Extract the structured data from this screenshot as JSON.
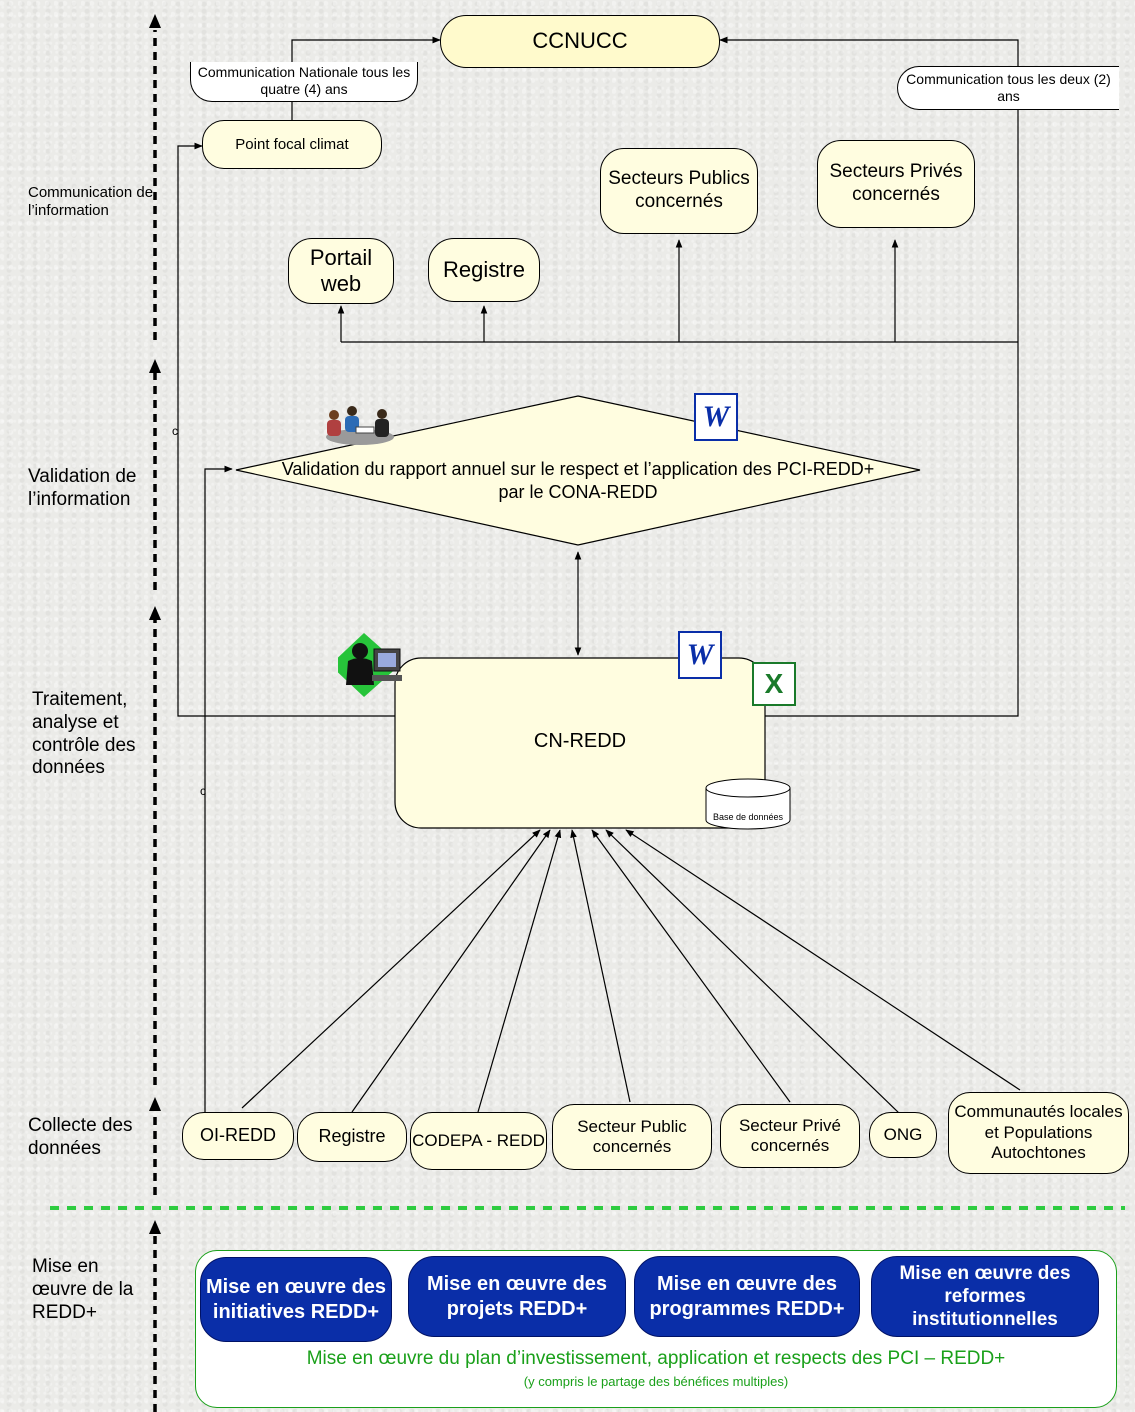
{
  "nodes": {
    "ccnucc": "CCNUCC",
    "point_focal": "Point focal climat",
    "comm_nationale": "Communication Nationale tous les quatre (4)  ans",
    "comm_deux": "Communication tous les deux (2)  ans",
    "secteurs_publics": "Secteurs Publics concernés",
    "secteurs_prives": "Secteurs Privés concernés",
    "portail_web": "Portail web",
    "registre_top": "Registre",
    "validation": "Validation du rapport annuel sur le respect et l’application des PCI-REDD+ par le CONA-REDD",
    "cn_redd": "CN-REDD",
    "base_donnees": "Base de données",
    "c_mark_1": "c",
    "c_mark_2": "c"
  },
  "collecte": {
    "oi_redd": "OI-REDD",
    "registre": "Registre",
    "codepa": "CODEPA - REDD",
    "secteur_public": "Secteur Public concernés",
    "secteur_prive": "Secteur Privé concernés",
    "ong": "ONG",
    "communautes": "Communautés locales et Populations Autochtones"
  },
  "stages": {
    "communication": "Communication de l’information",
    "validation": "Validation de l’information",
    "traitement": "Traitement, analyse et contrôle des données",
    "collecte": "Collecte des données",
    "mise_en_oeuvre": "Mise en œuvre de la REDD+"
  },
  "implementation": {
    "initiatives": "Mise en œuvre des initiatives REDD+",
    "projets": "Mise en œuvre des projets REDD+",
    "programmes": "Mise en œuvre des programmes REDD+",
    "reformes": "Mise en œuvre des reformes institutionnelles",
    "plan": "Mise en œuvre du plan d’investissement, application et respects des PCI – REDD+",
    "plan_note": "(y compris le partage des bénéfices multiples)"
  },
  "icons": [
    "word-icon",
    "excel-icon",
    "meeting-icon",
    "computer-user-icon",
    "database-icon"
  ],
  "colors": {
    "box_fill": "#fffde0",
    "implementation_blue": "#0a2ea8",
    "green": "#1aa01a"
  }
}
